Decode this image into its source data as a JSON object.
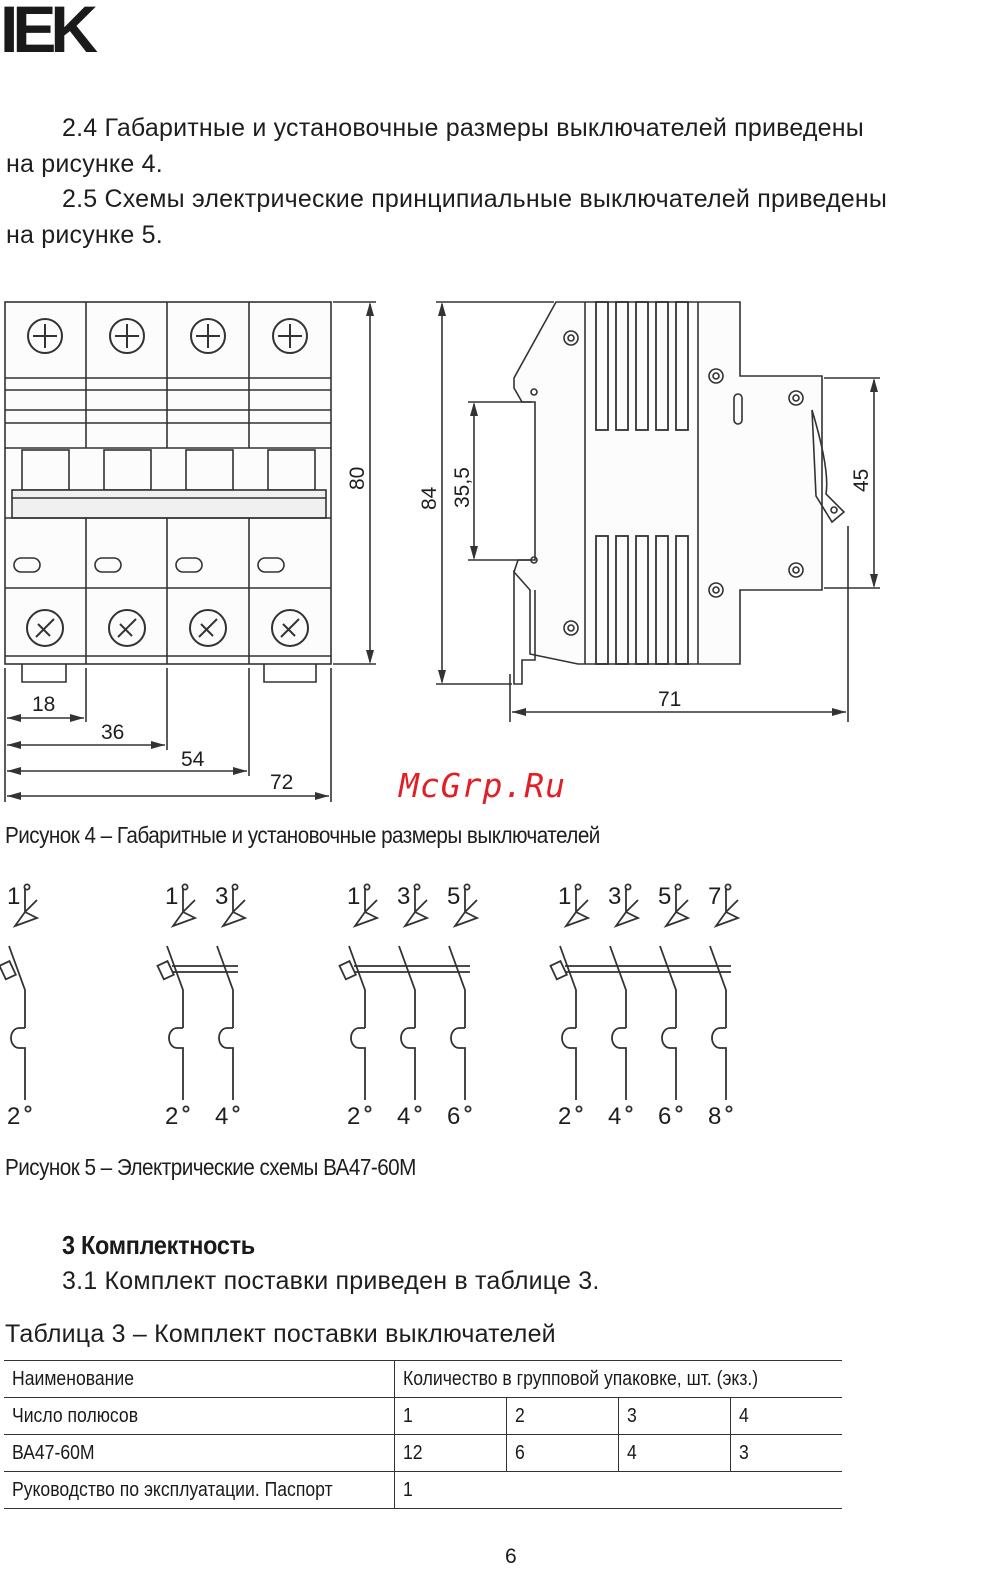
{
  "brand": {
    "logo_text": "IEK"
  },
  "paragraphs": [
    {
      "line1": "2.4  Габаритные и установочные размеры выключателей приведены",
      "line2": "на рисунке 4."
    },
    {
      "line1": "2.5  Схемы электрические принципиальные выключателей приведены",
      "line2": "на рисунке 5."
    }
  ],
  "figure4": {
    "caption": "Рисунок 4 – Габаритные и установочные размеры выключателей",
    "dims_front": [
      "18",
      "36",
      "54",
      "72",
      "80"
    ],
    "dims_side": [
      "84",
      "35,5",
      "45",
      "71"
    ]
  },
  "watermark": "McGrp.Ru",
  "figure5": {
    "caption": "Рисунок 5 – Электрические схемы ВА47-60М",
    "schemes": [
      {
        "top": [
          "1"
        ],
        "bottom": [
          "2"
        ]
      },
      {
        "top": [
          "1",
          "3"
        ],
        "bottom": [
          "2",
          "4"
        ]
      },
      {
        "top": [
          "1",
          "3",
          "5"
        ],
        "bottom": [
          "2",
          "4",
          "6"
        ]
      },
      {
        "top": [
          "1",
          "3",
          "5",
          "7"
        ],
        "bottom": [
          "2",
          "4",
          "6",
          "8"
        ]
      }
    ]
  },
  "section3": {
    "heading": "3  Комплектность",
    "para": "3.1  Комплект поставки приведен в таблице 3.",
    "table_title": "Таблица 3 – Комплект поставки выключателей",
    "table": {
      "header_name": "Наименование",
      "header_qty": "Количество в групповой упаковке, шт. (экз.)",
      "rows": [
        {
          "name": "Число полюсов",
          "values": [
            "1",
            "2",
            "3",
            "4"
          ]
        },
        {
          "name": "ВА47-60М",
          "values": [
            "12",
            "6",
            "4",
            "3"
          ]
        },
        {
          "name": "Руководство по эксплуатации. Паспорт",
          "values": [
            "1"
          ]
        }
      ]
    }
  },
  "page_number": "6"
}
